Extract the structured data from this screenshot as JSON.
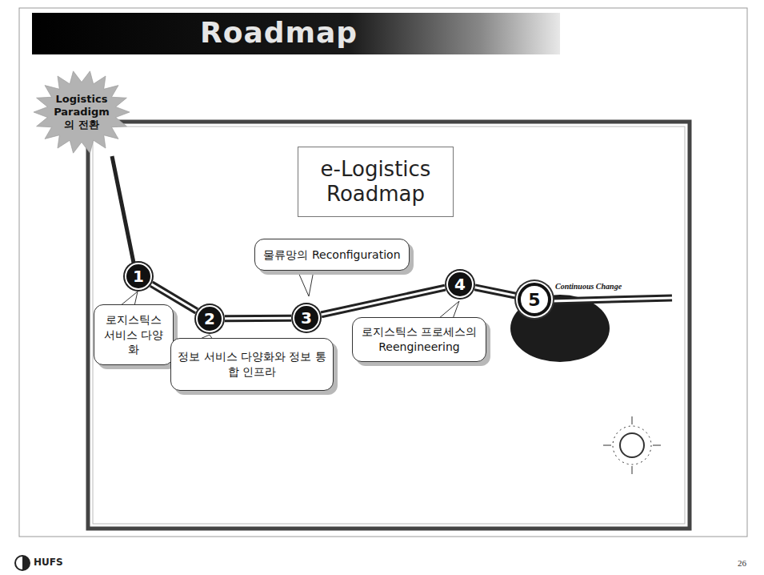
{
  "diagram": {
    "title": "Roadmap",
    "nodes": [
      {
        "text": [
          "Logistics Paradigm의 전환"
        ]
      },
      {
        "text": [
          "e-Logistics Roadmap"
        ]
      },
      {
        "text": [
          "1"
        ]
      },
      {
        "text": [
          "2"
        ]
      },
      {
        "text": [
          "3"
        ]
      },
      {
        "text": [
          "4"
        ]
      },
      {
        "text": [
          "5"
        ]
      },
      {
        "text": [
          "로지스틱스 서비스 다양화"
        ]
      },
      {
        "text": [
          "물류망의 Reconfiguration"
        ]
      },
      {
        "text": [
          "정보 서비스 다양화와 정보 통합 인프라"
        ]
      },
      {
        "text": [
          "로지스틱스 프로세스의 Reengineering"
        ]
      }
    ],
    "edges": [
      {
        "from": 2,
        "to": 3,
        "arrow": "none"
      },
      {
        "from": 3,
        "to": 4,
        "arrow": "none"
      },
      {
        "from": 4,
        "to": 5,
        "arrow": "none"
      },
      {
        "from": 5,
        "to": 6,
        "arrow": "none"
      }
    ],
    "labels": [
      "Continuous Change",
      "HUFS",
      "26"
    ]
  }
}
